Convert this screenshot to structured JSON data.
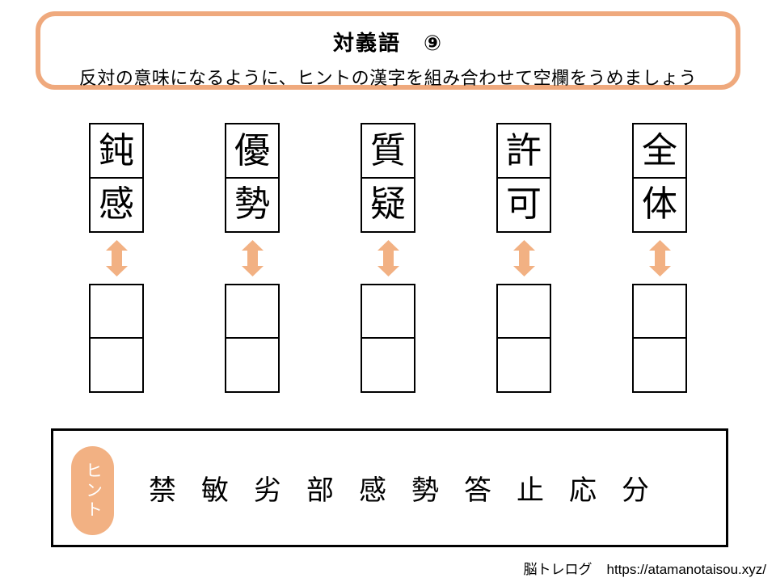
{
  "page": {
    "title": "対義語　⑨",
    "instruction": "反対の意味になるように、ヒントの漢字を組み合わせて空欄をうめましょう"
  },
  "puzzle": {
    "columns": [
      {
        "top": [
          "鈍",
          "感"
        ],
        "answer": [
          "",
          ""
        ]
      },
      {
        "top": [
          "優",
          "勢"
        ],
        "answer": [
          "",
          ""
        ]
      },
      {
        "top": [
          "質",
          "疑"
        ],
        "answer": [
          "",
          ""
        ]
      },
      {
        "top": [
          "許",
          "可"
        ],
        "answer": [
          "",
          ""
        ]
      },
      {
        "top": [
          "全",
          "体"
        ],
        "answer": [
          "",
          ""
        ]
      }
    ],
    "arrow_icon": "up-down-arrow",
    "arrow_color": "#f2b183"
  },
  "hint": {
    "label": "ヒント",
    "kanji": [
      "禁",
      "敏",
      "劣",
      "部",
      "感",
      "勢",
      "答",
      "止",
      "応",
      "分"
    ],
    "label_bg_color": "#f2b183",
    "label_text_color": "#ffffff"
  },
  "footer": {
    "site_name": "脳トレログ",
    "url": "https://atamanotaisou.xyz/"
  },
  "colors": {
    "header_border": "#efa97d",
    "accent_orange": "#f2b183",
    "box_border": "#000000"
  }
}
